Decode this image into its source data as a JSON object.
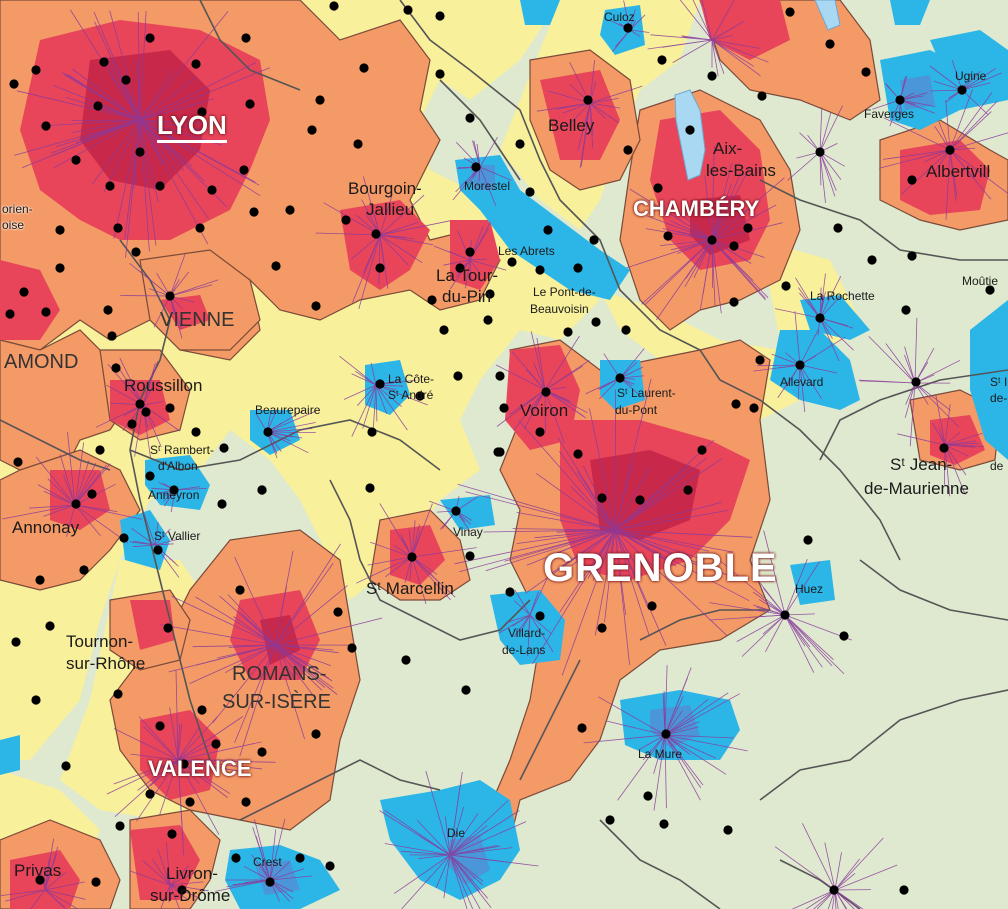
{
  "map": {
    "colors": {
      "background": "#dfe9cf",
      "periurban": "#f8f09a",
      "urban_ring": "#f49a66",
      "urban_core": "#e8455a",
      "dense_core": "#d12b4c",
      "small_pole": "#2cb6e8",
      "small_pole_core": "#4a96d8",
      "links": "#8a3a9c",
      "borders": "#555555",
      "lake": "#a9d8f2"
    },
    "labels": {
      "lyon": "LYON",
      "grenoble": "GRENOBLE",
      "chambery": "CHAMBÉRY",
      "valence": "VALENCE",
      "vienne": "VIENNE",
      "romans_1": "ROMANS-",
      "romans_2": "SUR-ISÈRE",
      "amond": "AMOND",
      "bourgoin_1": "Bourgoin-",
      "bourgoin_2": "Jallieu",
      "la_tour_1": "La Tour-",
      "la_tour_2": "du-Pin",
      "voiron": "Voiron",
      "roussillon": "Roussillon",
      "annonay": "Annonay",
      "tournon_1": "Tournon-",
      "tournon_2": "sur-Rhône",
      "st_marcellin": "Sᵗ Marcellin",
      "belley": "Belley",
      "aix_1": "Aix-",
      "aix_2": "les-Bains",
      "albertville": "Albertvill",
      "st_jean_1": "Sᵗ Jean-",
      "st_jean_2": "de-Maurienne",
      "privas": "Privas",
      "livron_1": "Livron-",
      "livron_2": "sur-Drôme",
      "culoz": "Culoz",
      "ugine": "Ugine",
      "faverges": "Faverges",
      "morestel": "Morestel",
      "les_abrets": "Les Abrets",
      "pont_1": "Le Pont-de-",
      "pont_2": "Beauvoisin",
      "la_rochette": "La Rochette",
      "moutiers": "Moûtie",
      "allevard": "Allevard",
      "cote_1": "La Côte-",
      "cote_2": "Sᵗ André",
      "beaurepaire": "Beaurepaire",
      "st_rambert_1": "Sᵗ Rambert-",
      "st_rambert_2": "d'Albon",
      "anneyron": "Anneyron",
      "st_vallier": "Sᵗ Vallier",
      "st_laurent_1": "Sᵗ Laurent-",
      "st_laurent_2": "du-Pont",
      "vinay": "Vinay",
      "villard_1": "Villard-",
      "villard_2": "de-Lans",
      "huez": "Huez",
      "la_mure": "La Mure",
      "die": "Die",
      "crest": "Crest",
      "rien_1": "orien-",
      "rien_2": "oise",
      "edge_1": "Sᵗ I",
      "edge_2": "de-",
      "edge_3": "de"
    }
  }
}
